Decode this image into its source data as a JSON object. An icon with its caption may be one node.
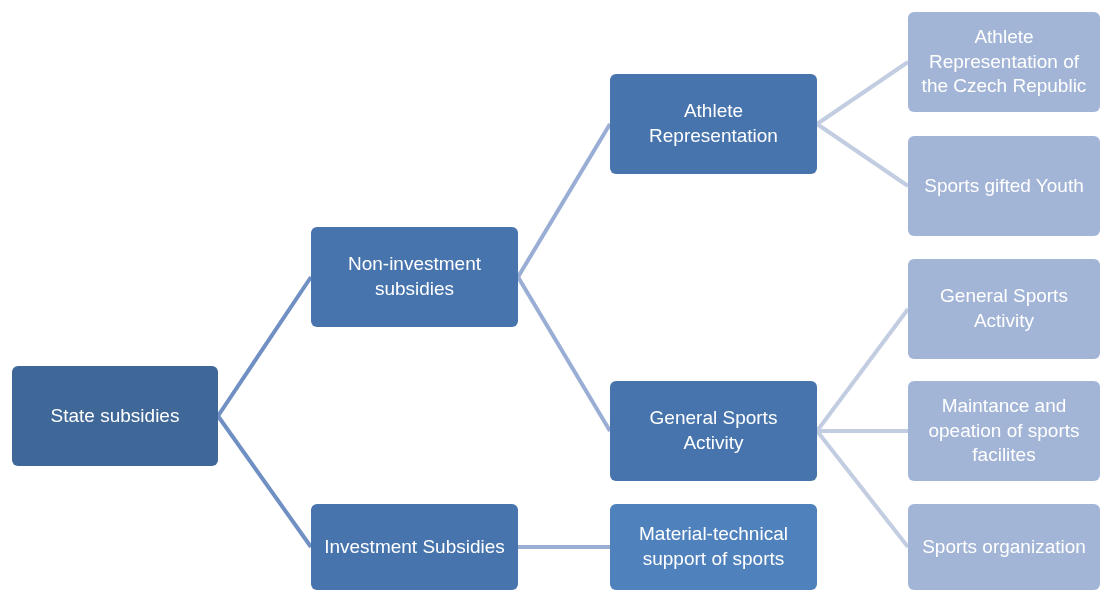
{
  "diagram": {
    "nodes": [
      {
        "text": [
          "State subsidies"
        ]
      },
      {
        "text": [
          "Non-investment subsidies"
        ]
      },
      {
        "text": [
          "Investment Subsidies"
        ]
      },
      {
        "text": [
          "Athlete Representation"
        ]
      },
      {
        "text": [
          "General Sports Activity"
        ]
      },
      {
        "text": [
          "Material-technical support of sports"
        ]
      },
      {
        "text": [
          "Athlete Representation of the Czech Republic"
        ]
      },
      {
        "text": [
          "Sports gifted Youth"
        ]
      },
      {
        "text": [
          "General Sports Activity"
        ]
      },
      {
        "text": [
          "Maintance and opeation of sports facilites"
        ]
      },
      {
        "text": [
          "Sports organization"
        ]
      }
    ],
    "edges": [
      {
        "from": 0,
        "to": 1,
        "arrow": "none",
        "color": "#7090c4"
      },
      {
        "from": 0,
        "to": 2,
        "arrow": "none",
        "color": "#7090c4"
      },
      {
        "from": 1,
        "to": 3,
        "arrow": "none",
        "color": "#9aaed5"
      },
      {
        "from": 1,
        "to": 4,
        "arrow": "none",
        "color": "#9aaed5"
      },
      {
        "from": 2,
        "to": 5,
        "arrow": "none",
        "color": "#9aaed5"
      },
      {
        "from": 3,
        "to": 6,
        "arrow": "none"
      },
      {
        "from": 3,
        "to": 7,
        "arrow": "none"
      },
      {
        "from": 4,
        "to": 8,
        "arrow": "none"
      },
      {
        "from": 4,
        "to": 9,
        "arrow": "none"
      },
      {
        "from": 4,
        "to": 10,
        "arrow": "none"
      }
    ]
  }
}
